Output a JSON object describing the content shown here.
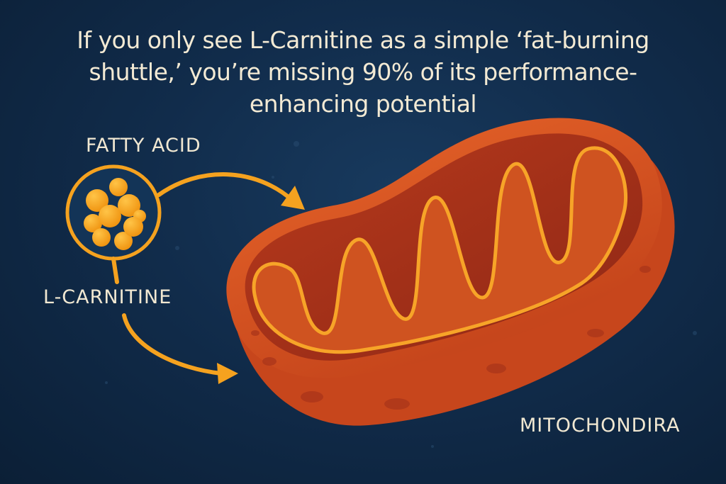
{
  "headline": {
    "lines": [
      "If you only see L-Carnitine as a simple ‘fat-burning",
      "shuttle,’ you’re missing 90% of its performance-",
      "enhancing potential"
    ]
  },
  "labels": {
    "fatty_acid": "FATTY ACID",
    "l_carnitine": "L-CARNITINE",
    "mitochondria": "MITOCHONDIRA"
  },
  "icons": {
    "fatty_acid_cluster": "fat-globule-cluster-icon",
    "arrow_to_mitochondria": "curved-arrow-icon",
    "mitochondrion": "mitochondrion-illustration"
  },
  "colors": {
    "background": "#112c4b",
    "text": "#f3ead4",
    "accent_orange": "#f5a21f",
    "mito_outer": "#d9531e",
    "mito_inner": "#a8321a"
  }
}
